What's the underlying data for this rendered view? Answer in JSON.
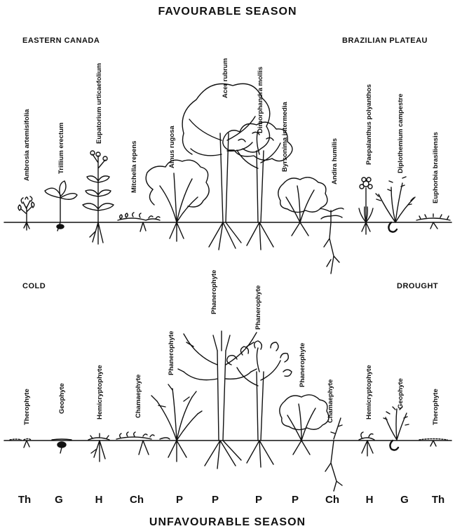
{
  "titles": {
    "top": "FAVOURABLE SEASON",
    "bottom": "UNFAVOURABLE SEASON"
  },
  "top_panel": {
    "left_region": "EASTERN CANADA",
    "right_region": "BRAZILIAN PLATEAU",
    "species": [
      "Ambrosia artemisifolia",
      "Trillium erectum",
      "Eupatorium urticaefolium",
      "Mitchella repens",
      "Alnus rugosa",
      "Acer rubrum",
      "Dimorphandra mollis",
      "Byrsonima intermedia",
      "Andira humilis",
      "Paepalanthus polyanthos",
      "Diplothemium campestre",
      "Euphorbia brasiliensis"
    ]
  },
  "bottom_panel": {
    "left_condition": "COLD",
    "right_condition": "DROUGHT",
    "life_forms": [
      "Therophyte",
      "Geophyte",
      "Hemicryptophyte",
      "Chamaephyte",
      "Phanerophyte",
      "Phanerophyte",
      "Phanerophyte",
      "Phanerophyte",
      "Chamaephyte",
      "Hemicryptophyte",
      "Geophyte",
      "Therophyte"
    ]
  },
  "abbreviations": [
    "Th",
    "G",
    "H",
    "Ch",
    "P",
    "P",
    "P",
    "P",
    "Ch",
    "H",
    "G",
    "Th"
  ]
}
